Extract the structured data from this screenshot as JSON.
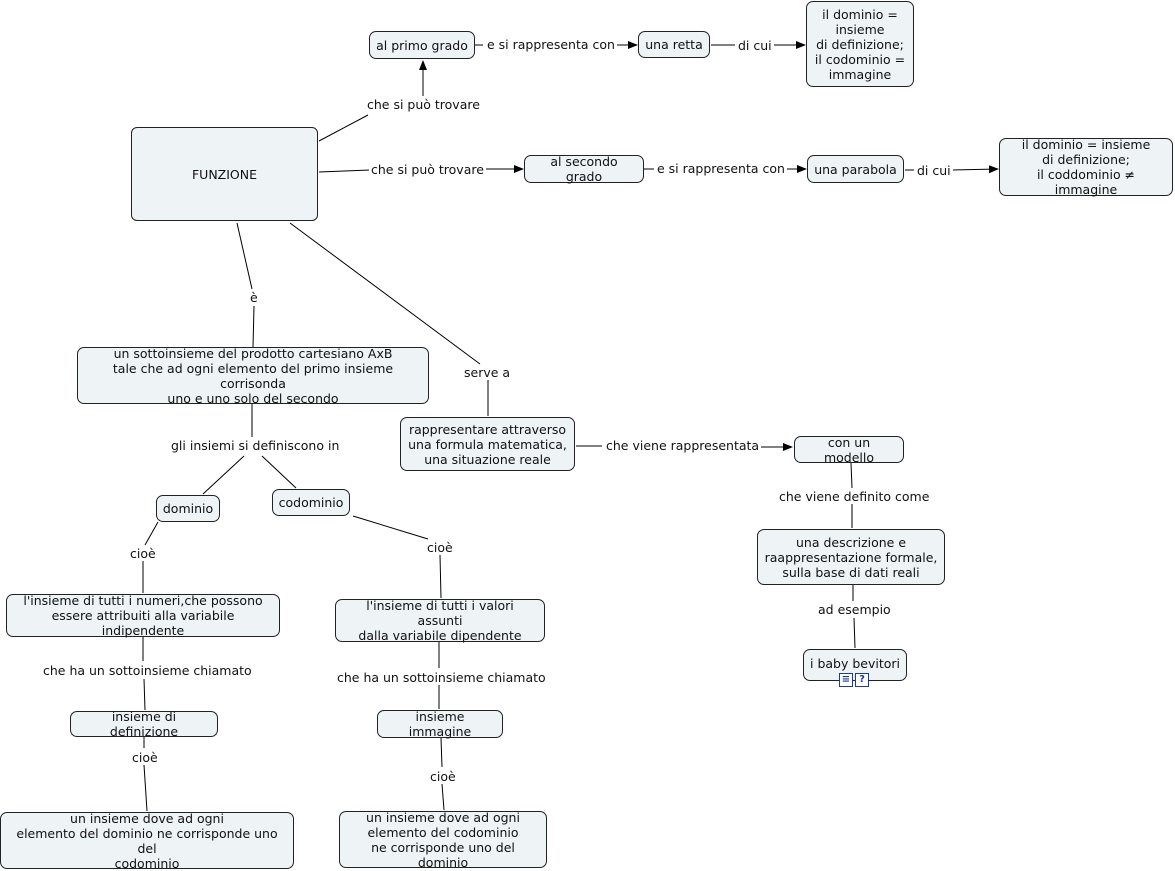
{
  "nodes": {
    "funzione": "FUNZIONE",
    "primo_grado": "al primo grado",
    "una_retta": "una retta",
    "dominio_primo": "il dominio =\ninsieme\ndi definizione;\nil codominio =\nimmagine",
    "secondo_grado": "al secondo grado",
    "una_parabola": "una parabola",
    "dominio_secondo": "il dominio = insieme\ndi definizione;\nil coddominio ≠ immagine",
    "sottoinsieme": "un sottoinsieme del prodotto cartesiano AxB\ntale che ad ogni elemento del primo insieme corrisonda\nuno e uno solo del secondo",
    "rappresentare": "rappresentare attraverso\nuna formula matematica,\nuna situazione reale",
    "modello": "con un modello",
    "descrizione": "una descrizione e\nraappresentazione formale,\nsulla base di dati reali",
    "baby": "i baby bevitori",
    "dominio": "dominio",
    "codominio": "codominio",
    "numeri": "l'insieme di tutti i numeri,che possono\nessere attribuiti alla variabile indipendente",
    "valori": "l'insieme di tutti i valori assunti\ndalla variabile dipendente",
    "ins_definizione": "insieme di definizione",
    "ins_immagine": "insieme immagine",
    "def_dominio": "un insieme dove ad ogni\nelemento del dominio ne corrisponde uno  del\ncodominio",
    "def_codominio": "un insieme dove ad ogni\nelemento del codominio\nne corrisponde uno del dominio"
  },
  "links": {
    "si_puo_trovare_1": "che si può trovare",
    "rappresenta_1": "e si rappresenta con",
    "di_cui_1": "di cui",
    "si_puo_trovare_2": "che si può trovare",
    "rappresenta_2": "e si rappresenta con",
    "di_cui_2": "di cui",
    "e": "è",
    "serve_a": "serve a",
    "rappresentata": "che viene rappresentata",
    "definito_come": "che viene definito come",
    "ad_esempio": "ad esempio",
    "si_definiscono": "gli insiemi si definiscono in",
    "cioe_dominio": "cioè",
    "cioe_codominio": "cioè",
    "sottoinsieme_1": "che ha un sottoinsieme chiamato",
    "sottoinsieme_2": "che ha un sottoinsieme chiamato",
    "cioe_definizione": "cioè",
    "cioe_immagine": "cioè"
  },
  "resource_icons": [
    "document-icon",
    "help-icon"
  ],
  "colors": {
    "node_fill": "#eef3f5",
    "node_border": "#222222",
    "edge": "#000000"
  }
}
